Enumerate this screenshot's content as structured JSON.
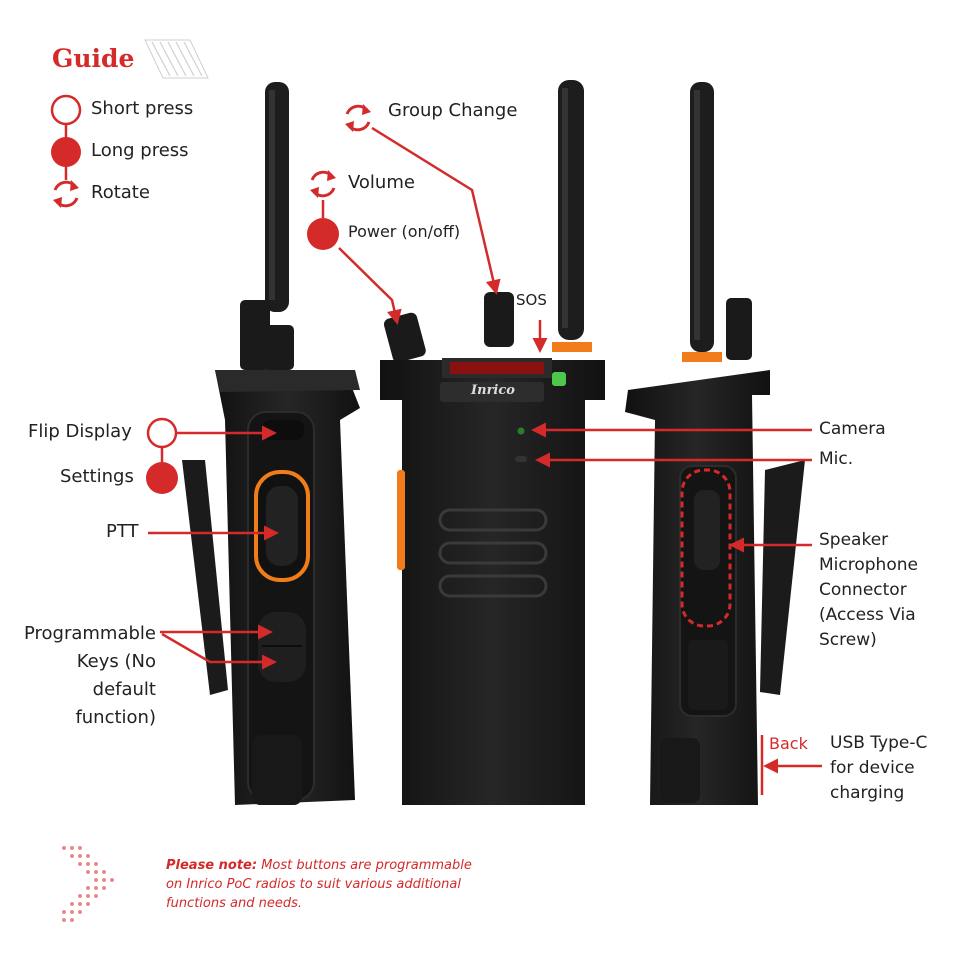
{
  "guide": {
    "title": "Guide",
    "legend": [
      {
        "icon": "short-press-circle-icon",
        "label": "Short press"
      },
      {
        "icon": "long-press-dot-icon",
        "label": "Long press"
      },
      {
        "icon": "rotate-arrows-icon",
        "label": "Rotate"
      }
    ]
  },
  "radio": {
    "brand": "Inrico"
  },
  "labels": {
    "group_change": "Group Change",
    "volume": "Volume",
    "power": "Power (on/off)",
    "sos": "SOS",
    "flip_display": "Flip Display",
    "settings": "Settings",
    "ptt": "PTT",
    "programmable_keys": [
      "Programmable",
      "Keys (No",
      "default",
      "function)"
    ],
    "camera": "Camera",
    "mic": "Mic.",
    "speaker_mic": [
      "Speaker",
      "Microphone",
      "Connector",
      "(Access Via",
      "Screw)"
    ],
    "back": "Back",
    "usb": [
      "USB Type-C",
      "for device",
      "charging"
    ]
  },
  "note": {
    "bold": "Please note:",
    "text": " Most buttons are programmable on Inrico PoC radios to suit various additional functions and needs."
  },
  "colors": {
    "accent": "#d42a2a",
    "radio_body": "#1c1c1c",
    "radio_edge": "#0c0c0c",
    "orange": "#f07d1a",
    "green_led": "#4ec84a"
  }
}
